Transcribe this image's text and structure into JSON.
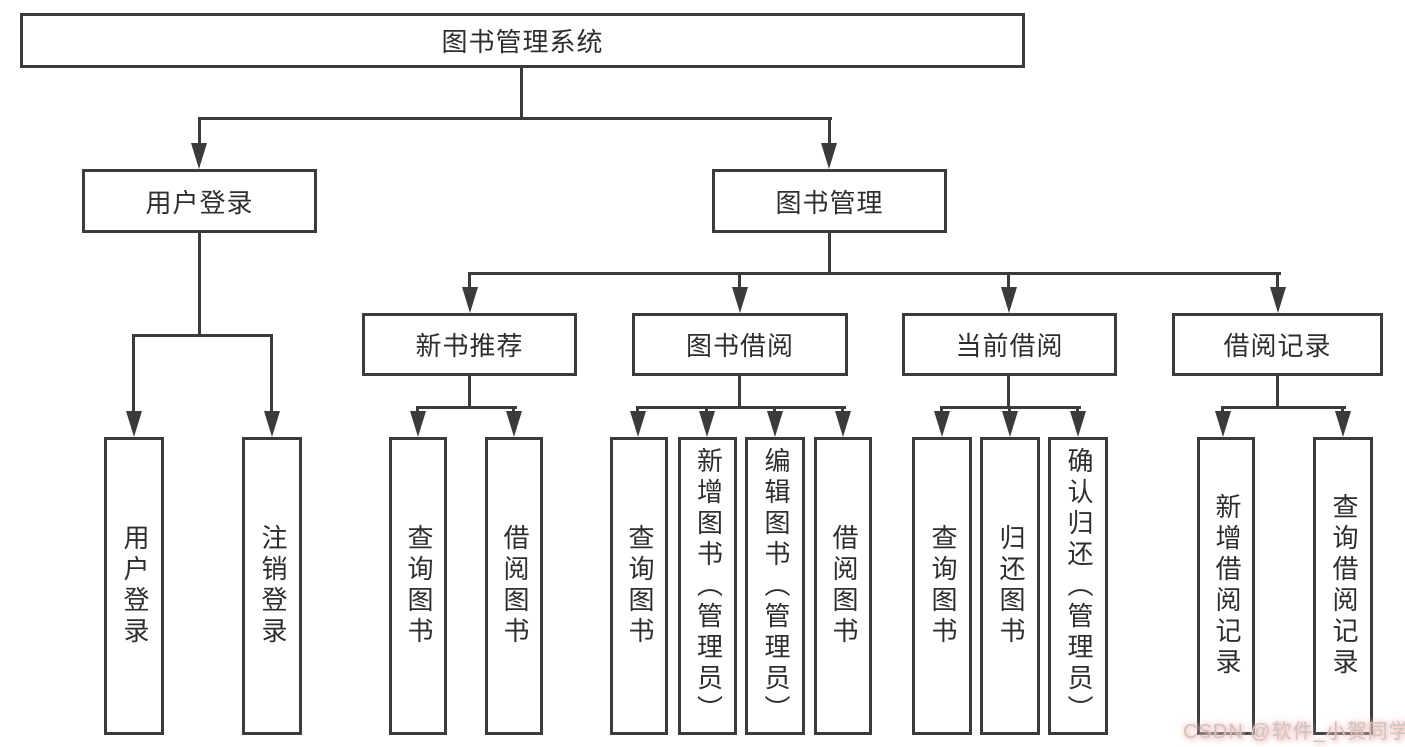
{
  "diagram": {
    "title_node": "图书管理系统",
    "root": {
      "label": "图书管理系统"
    },
    "level2": {
      "user_login": {
        "label": "用户登录"
      },
      "book_management": {
        "label": "图书管理"
      }
    },
    "level3": {
      "new_book_recommend": {
        "label": "新书推荐"
      },
      "book_borrow": {
        "label": "图书借阅"
      },
      "current_borrow": {
        "label": "当前借阅"
      },
      "borrow_records": {
        "label": "借阅记录"
      }
    },
    "leaves": {
      "user_login": [
        "用户登录",
        "注销登录"
      ],
      "new_book_recommend": [
        "查询图书",
        "借阅图书"
      ],
      "book_borrow": [
        "查询图书",
        "新增图书（管理员）",
        "编辑图书（管理员）",
        "借阅图书"
      ],
      "current_borrow": [
        "查询图书",
        "归还图书",
        "确认归还（管理员）"
      ],
      "borrow_records": [
        "新增借阅记录",
        "查询借阅记录"
      ]
    }
  },
  "watermark": {
    "text": "CSDN @软件_小贺同学"
  },
  "colors": {
    "line": "#3b3b3b",
    "text": "#2e2e2e",
    "background": "#ffffff",
    "watermark_text": "#c7c6c6",
    "watermark_glow": "#f8beba"
  }
}
